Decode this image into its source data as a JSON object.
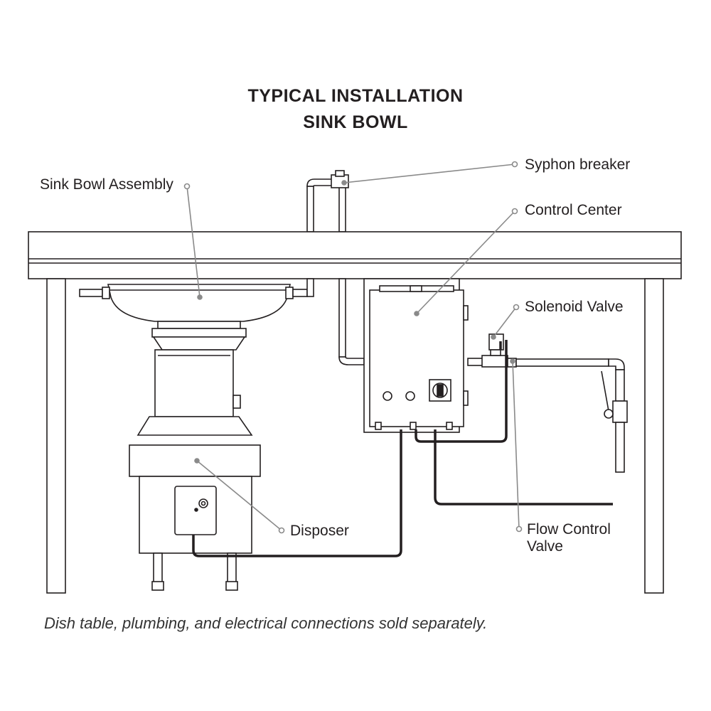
{
  "title": {
    "line1": "TYPICAL INSTALLATION",
    "line2": "SINK BOWL"
  },
  "labels": {
    "sink_bowl_assembly": "Sink Bowl Assembly",
    "syphon_breaker": "Syphon breaker",
    "control_center": "Control Center",
    "solenoid_valve": "Solenoid Valve",
    "disposer": "Disposer",
    "flow_control_valve_line1": "Flow Control",
    "flow_control_valve_line2": "Valve"
  },
  "footnote": "Dish table, plumbing, and electrical connections sold separately.",
  "colors": {
    "line": "#231f20",
    "leader": "#8a8a8a",
    "fill": "#ffffff"
  }
}
